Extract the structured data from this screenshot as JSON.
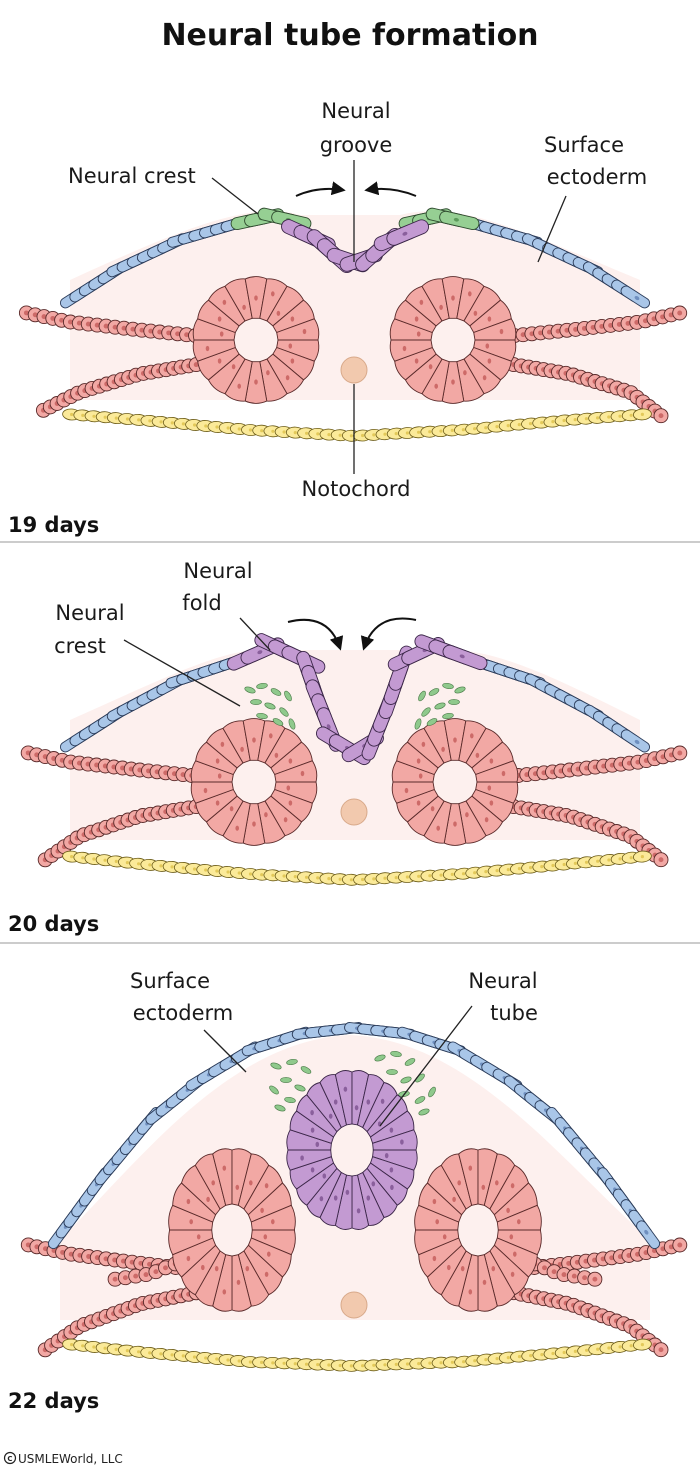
{
  "figure": {
    "title": "Neural tube formation",
    "copyright": "USMLEWorld, LLC"
  },
  "panels": [
    {
      "day_label": "19 days",
      "labels": {
        "neural_groove": [
          "Neural",
          "groove"
        ],
        "neural_crest": "Neural crest",
        "surface_ectoderm": [
          "Surface",
          "ectoderm"
        ],
        "notochord": "Notochord"
      }
    },
    {
      "day_label": "20 days",
      "labels": {
        "neural_fold": [
          "Neural",
          "fold"
        ],
        "neural_crest": [
          "Neural",
          "crest"
        ]
      }
    },
    {
      "day_label": "22 days",
      "labels": {
        "surface_ectoderm": [
          "Surface",
          "ectoderm"
        ],
        "neural_tube": [
          "Neural",
          "tube"
        ]
      }
    }
  ],
  "colors": {
    "surface_ectoderm": "#a9c6e8",
    "neural_crest": "#96cf93",
    "neural_plate": "#c39ad2",
    "mesoderm": "#f2a8a4",
    "endoderm": "#fbea99",
    "notochord": "#f2c9ae"
  }
}
